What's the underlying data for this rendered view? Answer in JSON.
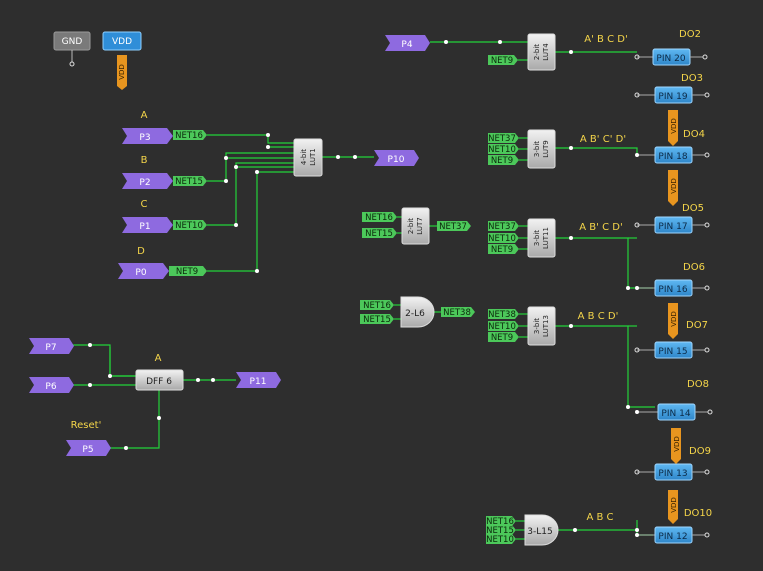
{
  "colors": {
    "background": "#2e2e2e",
    "wire": "#23d33a",
    "port": "#8e6ae0",
    "net": "#4cc85a",
    "pin": "#3a9ee0",
    "label": "#f4d54a",
    "vdd": "#e8951f"
  },
  "power": {
    "gnd": "GND",
    "vdd": "VDD",
    "vdd_tag": "VDD"
  },
  "inputs": {
    "p3": "P3",
    "p2": "P2",
    "p1": "P1",
    "p0": "P0",
    "p4": "P4",
    "p7": "P7",
    "p6": "P6",
    "p5": "P5"
  },
  "outputs": {
    "p10": "P10",
    "p11": "P11"
  },
  "labels": {
    "a": "A",
    "b": "B",
    "c": "C",
    "d": "D",
    "a_dff": "A",
    "reset": "Reset'"
  },
  "nets": {
    "n16": "NET16",
    "n15": "NET15",
    "n10": "NET10",
    "n9": "NET9",
    "n37": "NET37",
    "n38": "NET38"
  },
  "blocks": {
    "lut1": [
      "4-bit",
      "LUT1"
    ],
    "lut7": [
      "2-bit",
      "LUT7"
    ],
    "lut4": [
      "2-bit",
      "LUT4"
    ],
    "lut9": [
      "3-bit",
      "LUT9"
    ],
    "lut11": [
      "3-bit",
      "LUT11"
    ],
    "lut13": [
      "3-bit",
      "LUT13"
    ],
    "l6": "2-L6",
    "l15": "3-L15",
    "dff6": "DFF 6"
  },
  "expressions": {
    "e1": "A' B C D'",
    "e2": "A B' C' D'",
    "e3": "A B' C D'",
    "e4": "A B C D'",
    "e5": "A B C"
  },
  "do": {
    "do2": "DO2",
    "do3": "DO3",
    "do4": "DO4",
    "do5": "DO5",
    "do6": "DO6",
    "do7": "DO7",
    "do8": "DO8",
    "do9": "DO9",
    "do10": "DO10"
  },
  "pins": {
    "pin20": "PIN 20",
    "pin19": "PIN 19",
    "pin18": "PIN 18",
    "pin17": "PIN 17",
    "pin16": "PIN 16",
    "pin15": "PIN 15",
    "pin14": "PIN 14",
    "pin13": "PIN 13",
    "pin12": "PIN 12"
  }
}
